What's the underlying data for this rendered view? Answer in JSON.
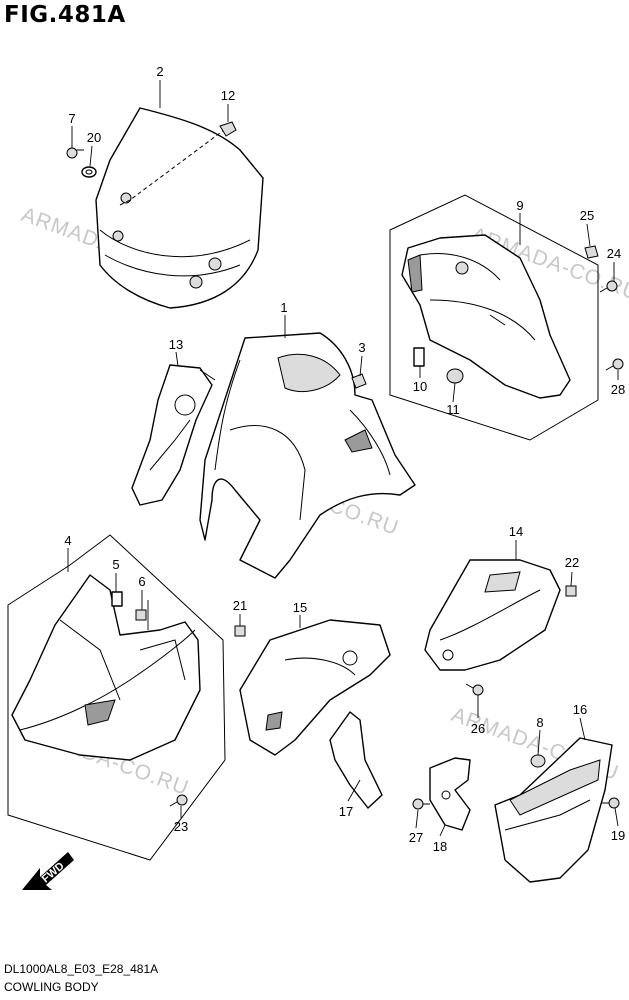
{
  "figure": {
    "title": "FIG.481A",
    "model_code": "DL1000AL8_E03_E28_481A",
    "section_name": "COWLING BODY"
  },
  "watermark": "ARMADA-CO.RU",
  "fwd_label": "FWD",
  "callouts": {
    "p1": "1",
    "p2": "2",
    "p3": "3",
    "p4": "4",
    "p5": "5",
    "p6": "6",
    "p7": "7",
    "p8": "8",
    "p9": "9",
    "p10": "10",
    "p11": "11",
    "p12": "12",
    "p13": "13",
    "p14": "14",
    "p15": "15",
    "p16": "16",
    "p17": "17",
    "p18": "18",
    "p19": "19",
    "p20": "20",
    "p21": "21",
    "p22": "22",
    "p23": "23",
    "p24": "24",
    "p25": "25",
    "p26": "26",
    "p27": "27",
    "p28": "28"
  }
}
